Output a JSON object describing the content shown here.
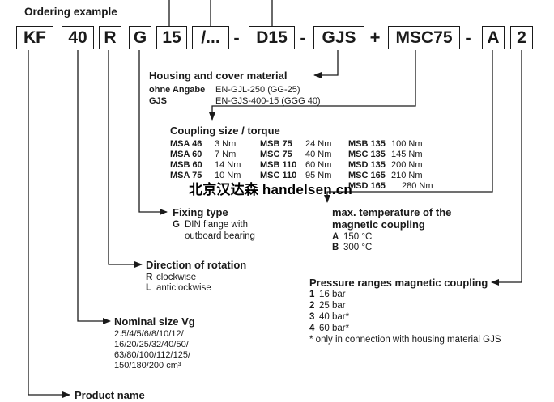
{
  "title": "Ordering example",
  "code": {
    "parts": [
      "KF",
      "40",
      "R",
      "G",
      "15",
      "/...",
      "D15",
      "GJS",
      "MSC75",
      "A",
      "2"
    ],
    "separators": [
      "-",
      "-",
      "+",
      "-"
    ]
  },
  "housing": {
    "heading": "Housing and cover material",
    "rows": [
      {
        "key": "ohne Angabe",
        "value": "EN-GJL-250 (GG-25)"
      },
      {
        "key": "GJS",
        "value": "EN-GJS-400-15 (GGG 40)"
      }
    ]
  },
  "coupling": {
    "heading": "Coupling size / torque",
    "col1": [
      {
        "name": "MSA 46",
        "torque": "3 Nm"
      },
      {
        "name": "MSA 60",
        "torque": "7 Nm"
      },
      {
        "name": "MSB 60",
        "torque": "14 Nm"
      },
      {
        "name": "MSA 75",
        "torque": "10 Nm"
      }
    ],
    "col2": [
      {
        "name": "MSB 75",
        "torque": "24 Nm"
      },
      {
        "name": "MSC 75",
        "torque": "40 Nm"
      },
      {
        "name": "MSB 110",
        "torque": "60 Nm"
      },
      {
        "name": "MSC 110",
        "torque": "95 Nm"
      }
    ],
    "col3": [
      {
        "name": "MSB 135",
        "torque": "100 Nm"
      },
      {
        "name": "MSC 135",
        "torque": "145 Nm"
      },
      {
        "name": "MSD 135",
        "torque": "200 Nm"
      },
      {
        "name": "MSC 165",
        "torque": "210 Nm"
      },
      {
        "name": "MSD 165",
        "torque": "280 Nm"
      }
    ]
  },
  "watermark": "北京汉达森 handelsen.cn",
  "fixing": {
    "heading": "Fixing type",
    "key": "G",
    "line1": "DIN flange with",
    "line2": "outboard bearing"
  },
  "temperature": {
    "heading_line1": "max. temperature of the",
    "heading_line2": "magnetic coupling",
    "rows": [
      {
        "key": "A",
        "value": "150 °C"
      },
      {
        "key": "B",
        "value": "300 °C"
      }
    ]
  },
  "rotation": {
    "heading": "Direction of rotation",
    "rows": [
      {
        "key": "R",
        "value": "clockwise"
      },
      {
        "key": "L",
        "value": "anticlockwise"
      }
    ]
  },
  "pressure": {
    "heading": "Pressure ranges magnetic coupling",
    "rows": [
      {
        "key": "1",
        "value": "16 bar"
      },
      {
        "key": "2",
        "value": "25 bar"
      },
      {
        "key": "3",
        "value": "40 bar*"
      },
      {
        "key": "4",
        "value": "60 bar*"
      }
    ],
    "note": "* only in connection with housing material GJS"
  },
  "nominal": {
    "heading": "Nominal size Vg",
    "lines": [
      "2.5/4/5/6/8/10/12/",
      "16/20/25/32/40/50/",
      "63/80/100/112/125/",
      "150/180/200 cm³"
    ]
  },
  "product": {
    "heading": "Product name"
  }
}
